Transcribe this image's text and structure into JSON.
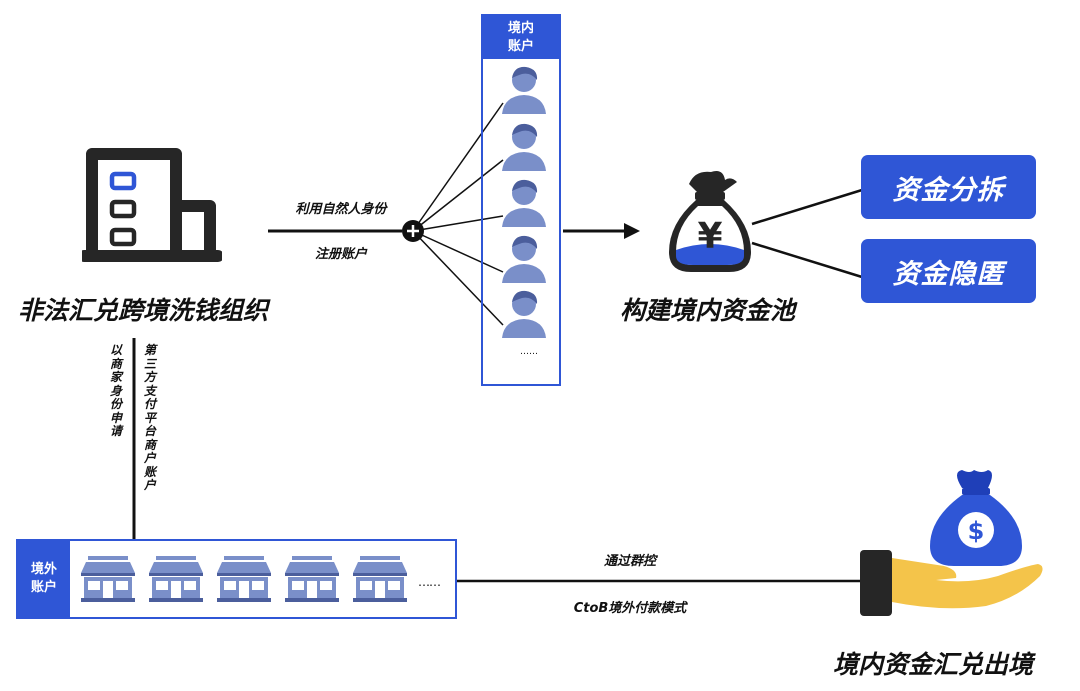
{
  "org": {
    "title": "非法汇兑跨境洗钱组织"
  },
  "path_top": {
    "label_above": "利用自然人身份",
    "label_below": "注册账户"
  },
  "domestic_accounts": {
    "header_line1": "境内",
    "header_line2": "账户",
    "more": "……"
  },
  "pool": {
    "title": "构建境内资金池",
    "currency_symbol": "¥"
  },
  "actions": [
    {
      "label": "资金分拆"
    },
    {
      "label": "资金隐匿"
    }
  ],
  "path_vertical": {
    "left_label": "以商家身份申请",
    "right_label": "第三方支付平台商户账户"
  },
  "overseas_accounts": {
    "header_line1": "境外",
    "header_line2": "账户",
    "more": "……"
  },
  "path_bottom": {
    "label_above": "通过群控",
    "label_below": "CtoB境外付款模式"
  },
  "outflow": {
    "title": "境内资金汇兑出境",
    "currency_symbol": "$"
  },
  "colors": {
    "accent": "#2f56d6",
    "dark": "#262626",
    "person": "#7a8fc9",
    "bag": "#1f3fb8",
    "hand": "#f4c44a"
  }
}
